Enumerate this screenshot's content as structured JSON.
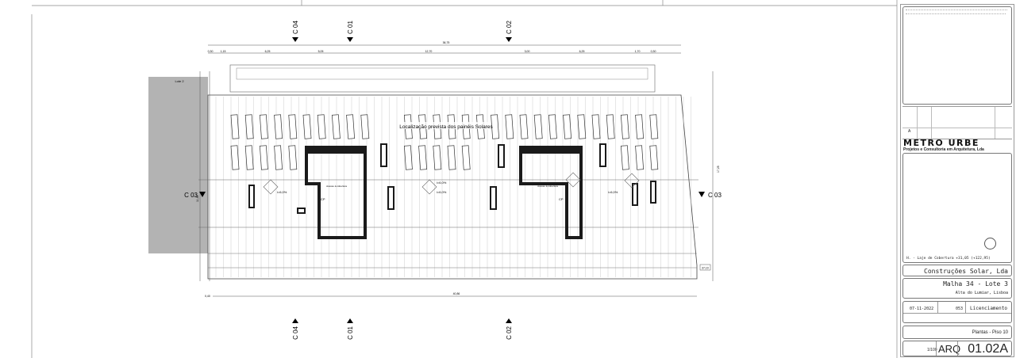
{
  "drawing": {
    "panels_label": "Localização prevista dos painéis Solares",
    "neighbor_label": "Lote 2",
    "sections": {
      "c01": "C 01",
      "c02": "C 02",
      "c03": "C 03",
      "c04": "C 04"
    },
    "dimensions": {
      "top_total": "36,75",
      "top_parts": [
        "0,30",
        "1,15",
        "6,25",
        "5,05",
        "12,70",
        "3,00",
        "6,25",
        "1,70",
        "0,30"
      ],
      "bottom_total": "40,86",
      "bottom_start": "0,40",
      "right_height": "17,25",
      "left_height": "11,40"
    },
    "core_labels": [
      "Acesso à cobertura",
      "Acesso à cobertura"
    ],
    "slopes": [
      "i=6,0%",
      "i=6,0%",
      "i=6,0%",
      "i=6,0%"
    ],
    "cp_labels": [
      "CP",
      "CP"
    ],
    "level_marker": "37,10"
  },
  "title_block": {
    "logo": "METRO URBE",
    "logo_sub": "Projetos e Consultoria em Arquitetura, Lda",
    "level_note": "H. - Laje de Cobertura +31,05 (+122,95)",
    "client": "Construções Solar, Lda",
    "project": "Malha 34 - Lote 3",
    "location": "Alta do Lumiar, Lisboa",
    "date": "07-11-2022",
    "number": "053",
    "phase": "Licenciamento",
    "drawing_title": "Plantas - Piso 10",
    "scale": "1/100",
    "discipline": "ARQ",
    "sheet": "01.02A",
    "revision_mark": "A"
  },
  "colors": {
    "line": "#555555",
    "wall": "#1a1a1a",
    "neighbor": "#b3b3b3"
  }
}
